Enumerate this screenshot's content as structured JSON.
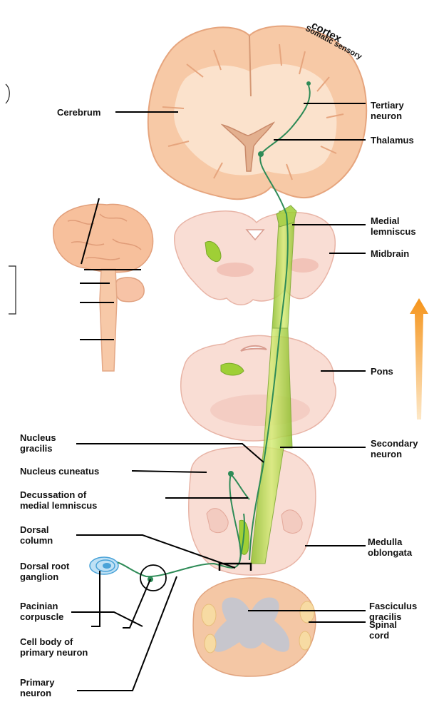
{
  "title": {
    "line1": "Somatic sensory",
    "line2": "cortex"
  },
  "labels": {
    "cerebrum": "Cerebrum",
    "tertiary_neuron": "Tertiary\nneuron",
    "thalamus": "Thalamus",
    "medial_lemniscus": "Medial\nlemniscus",
    "midbrain": "Midbrain",
    "pons": "Pons",
    "nucleus_gracilis": "Nucleus\ngracilis",
    "nucleus_cuneatus": "Nucleus cuneatus",
    "decussation": "Decussation of\nmedial lemniscus",
    "secondary_neuron": "Secondary\nneuron",
    "dorsal_column": "Dorsal\ncolumn",
    "medulla": "Medulla\noblongata",
    "dorsal_root_ganglion": "Dorsal root\nganglion",
    "fasciculus_gracilis": "Fasciculus\ngracilis",
    "pacinian": "Pacinian\ncorpuscle",
    "spinal_cord": "Spinal\ncord",
    "cell_body": "Cell body of\nprimary neuron",
    "primary_neuron": "Primary\nneuron"
  },
  "colors": {
    "tissue": "#f7c8a8",
    "tissue_light": "#fadcc8",
    "pathway": "#2e8b57",
    "tract": "#b7d94a",
    "arrow": "#f59a1b",
    "gray_matter": "#c9c9cf",
    "corpuscle": "#4aa3d8"
  }
}
